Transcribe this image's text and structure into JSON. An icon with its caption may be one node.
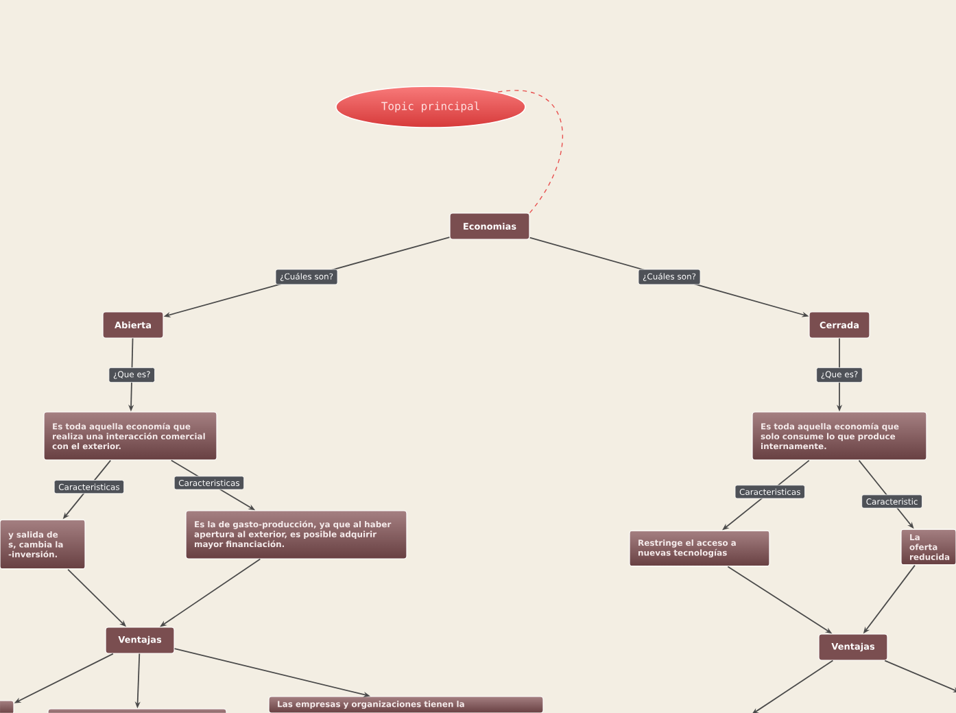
{
  "diagram": {
    "nodes": [
      {
        "text": [
          "Topic principal"
        ]
      },
      {
        "text": [
          "Economias"
        ]
      },
      {
        "text": [
          "Abierta"
        ]
      },
      {
        "text": [
          "Cerrada"
        ]
      },
      {
        "text": [
          "Es toda aquella economía que realiza una interacción comercial con el exterior."
        ]
      },
      {
        "text": [
          "Es toda aquella economía que solo consume lo que produce internamente."
        ]
      },
      {
        "text": [
          "y salida de s, cambia la -inversión."
        ]
      },
      {
        "text": [
          "Es la de gasto-producción, ya que al haber apertura al exterior, es posible adquirir mayor financiación."
        ]
      },
      {
        "text": [
          "Ventajas"
        ]
      },
      {
        "text": [
          "Restringe el acceso a nuevas tecnologías"
        ]
      },
      {
        "text": [
          "La oferta reducida"
        ]
      },
      {
        "text": [
          "Ventajas"
        ]
      },
      {
        "text": [],
        "shape": "box"
      },
      {
        "text": [],
        "shape": "box"
      },
      {
        "text": [
          "Las empresas y organizaciones tienen la"
        ]
      }
    ],
    "edges": [
      {
        "from": 0,
        "to": 1,
        "arrow": "none",
        "style": "dashed",
        "color": "#e8504f"
      },
      {
        "from": 1,
        "to": 2,
        "arrow": "to",
        "label": "¿Cuáles son?"
      },
      {
        "from": 1,
        "to": 3,
        "arrow": "to",
        "label": "¿Cuáles son?"
      },
      {
        "from": 2,
        "to": 4,
        "arrow": "to",
        "label": "¿Que es?"
      },
      {
        "from": 3,
        "to": 5,
        "arrow": "to",
        "label": "¿Que es?"
      },
      {
        "from": 4,
        "to": 6,
        "arrow": "to",
        "label": "Caracteristicas"
      },
      {
        "from": 4,
        "to": 7,
        "arrow": "to",
        "label": "Caracteristicas"
      },
      {
        "from": 6,
        "to": 8,
        "arrow": "to"
      },
      {
        "from": 7,
        "to": 8,
        "arrow": "to"
      },
      {
        "from": 8,
        "to": 12,
        "arrow": "to"
      },
      {
        "from": 8,
        "to": 13,
        "arrow": "to"
      },
      {
        "from": 8,
        "to": 14,
        "arrow": "to"
      },
      {
        "from": 5,
        "to": 9,
        "arrow": "to",
        "label": "Caracteristicas"
      },
      {
        "from": 5,
        "to": 10,
        "arrow": "to",
        "label": "Caracteristic"
      },
      {
        "from": 9,
        "to": 11,
        "arrow": "to"
      },
      {
        "from": 10,
        "to": 11,
        "arrow": "to"
      },
      {
        "from": 11,
        "to": null,
        "arrow": "to"
      },
      {
        "from": 11,
        "to": null,
        "arrow": "to"
      }
    ]
  }
}
